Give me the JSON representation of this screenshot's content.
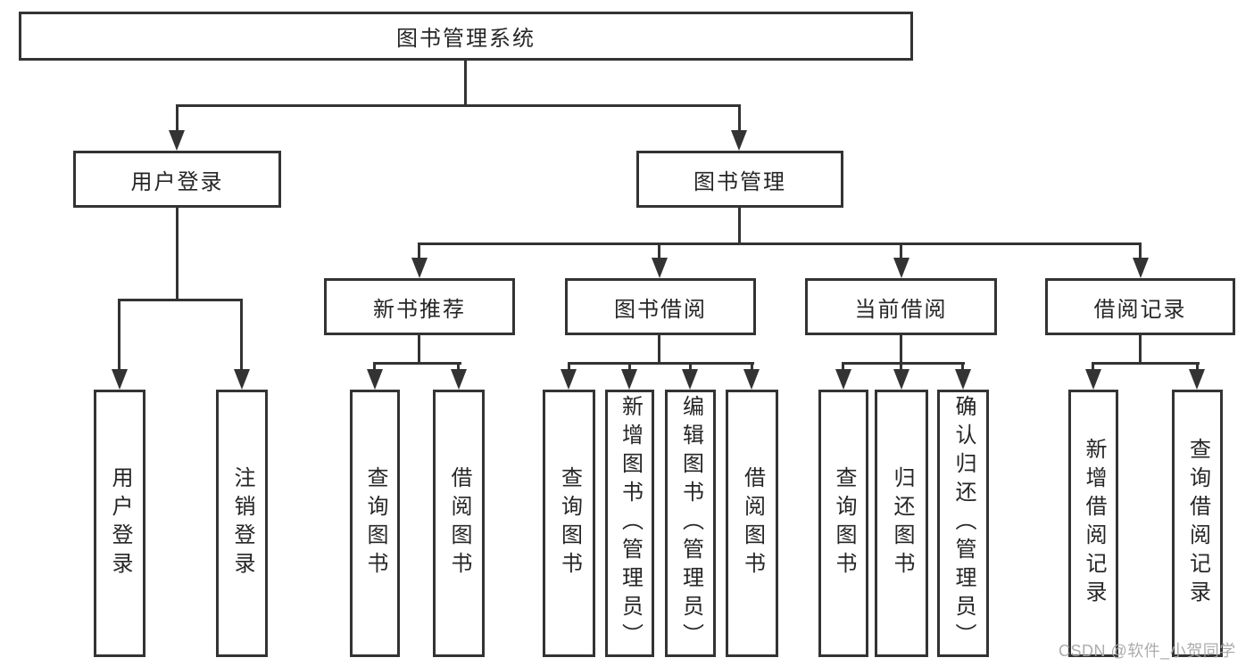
{
  "diagram": {
    "root": {
      "label": "图书管理系统"
    },
    "level2": [
      {
        "id": "user-login",
        "label": "用户登录"
      },
      {
        "id": "book-management",
        "label": "图书管理"
      }
    ],
    "level3": [
      {
        "id": "new-book-recommend",
        "label": "新书推荐"
      },
      {
        "id": "book-borrow",
        "label": "图书借阅"
      },
      {
        "id": "current-borrow",
        "label": "当前借阅"
      },
      {
        "id": "borrow-records",
        "label": "借阅记录"
      }
    ],
    "leaves": [
      {
        "id": "user-login-action",
        "label": "用户登录"
      },
      {
        "id": "logout-action",
        "label": "注销登录"
      },
      {
        "id": "query-books-recommend",
        "label": "查询图书"
      },
      {
        "id": "borrow-books-recommend",
        "label": "借阅图书"
      },
      {
        "id": "query-books-borrow",
        "label": "查询图书"
      },
      {
        "id": "add-books-admin",
        "label": "新增图书（管理员）"
      },
      {
        "id": "edit-books-admin",
        "label": "编辑图书（管理员）"
      },
      {
        "id": "borrow-books-borrow",
        "label": "借阅图书"
      },
      {
        "id": "query-books-current",
        "label": "查询图书"
      },
      {
        "id": "return-books",
        "label": "归还图书"
      },
      {
        "id": "confirm-return-admin",
        "label": "确认归还（管理员）"
      },
      {
        "id": "add-borrow-record",
        "label": "新增借阅记录"
      },
      {
        "id": "query-borrow-record",
        "label": "查询借阅记录"
      }
    ]
  },
  "watermark": {
    "text": "CSDN @软件_小贺同学"
  },
  "colors": {
    "line": "#333333",
    "box_border": "#333333",
    "text": "#262626",
    "watermark": "#a8a8aa",
    "background": "#ffffff"
  }
}
